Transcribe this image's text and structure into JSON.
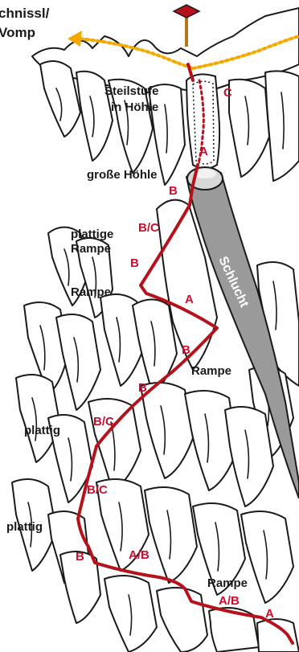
{
  "topo": {
    "top_left_label_line1": "chnissl/",
    "top_left_label_line2": "Vomp",
    "gully_label": "Schlucht",
    "labels": {
      "steilstufe_line1": "Steilstufe",
      "steilstufe_line2": "in Höhle",
      "grosse_hoehle": "große Höhle",
      "plattige_rampe_line1": "plattige",
      "plattige_rampe_line2": "Rampe",
      "rampe_upper": "Rampe",
      "rampe_mid": "Rampe",
      "plattig_upper": "plattig",
      "plattig_lower": "plattig",
      "rampe_bottom": "Rampe"
    },
    "grades": {
      "c_top": "C",
      "a_cave": "A",
      "b_cave": "B",
      "bc_upper": "B/C",
      "b_upper": "B",
      "a_mid": "A",
      "b_mid": "B",
      "b_lower": "B",
      "bc_mid": "B/C",
      "bc_lower": "B/C",
      "b_bottom": "B",
      "ab_bottom": "A/B",
      "ab_final": "A/B",
      "a_final": "A"
    },
    "colors": {
      "route": "#b5121b",
      "grade_text": "#c8102e",
      "trail": "#f5a800",
      "gully": "#9a9a9a",
      "rock_outline": "#1a1a1a",
      "summit_cross": "#b07a1c"
    },
    "icons": {
      "summit": "summit-cross-icon",
      "trail_arrow": "arrow-left-icon"
    }
  }
}
